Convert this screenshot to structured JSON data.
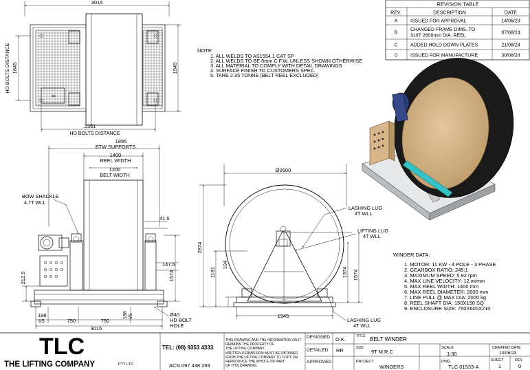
{
  "revision_table": {
    "title": "REVISION TABLE",
    "headers": [
      "REV.",
      "DESCRIPTION",
      "DATE"
    ],
    "rows": [
      {
        "rev": "A",
        "desc": [
          "ISSUED FOR APPROVAL"
        ],
        "date": "14/06/23"
      },
      {
        "rev": "B",
        "desc": [
          "CHANGED FRAME DIMS. TO",
          "SUIT 2600mm DIA. REEL"
        ],
        "date": "07/08/24"
      },
      {
        "rev": "C",
        "desc": [
          "ADDED HOLD DOWN PLATES"
        ],
        "date": "21/08/24"
      },
      {
        "rev": "0",
        "desc": [
          "ISSUED FOR MANUFACTURE"
        ],
        "date": "30/08/24"
      }
    ]
  },
  "notes": {
    "title": "NOTE:",
    "items": [
      "1. ALL WELDS TO AS1554.1 CAT SP",
      "2. ALL WELDS TO BE 8mm C.F.W. UNLESS SHOWN OTHERWISE",
      "3. ALL MATERIAL TO COMPLY WITH DETAIL DRAWINGS",
      "4. SURFACE FINISH TO CUSTOMERS SPEC.",
      "5. TARE 2.35 TONNE (BELT REEL EXCLUDED)"
    ]
  },
  "top_view": {
    "dim_top": "3015",
    "dim_bottom": "2351",
    "hd_bolts_distance": "HD BOLTS DISTANCE",
    "dim_left": "1645",
    "dim_right": "1945",
    "small_label": "BS"
  },
  "front_view": {
    "btw_supports": "BTW SUPPORTS",
    "btw_supports_dim": "1895",
    "reel_width": "REEL WIDTH",
    "reel_width_dim": "1400",
    "belt_width": "BELT WIDTH",
    "belt_width_dim": "1200",
    "bow_shackle": "BOW SHACKLE",
    "bow_shackle_wll": "4.7T WLL",
    "dim_41_5": "41.5",
    "dim_147_5": "147.5",
    "dim_1574": "1574",
    "dim_212_5": "212.5",
    "dim_188": "188",
    "is_left": "I/S",
    "dim_750a": "750",
    "dim_750b": "750",
    "dim_188b": "188",
    "is_right": "I/S",
    "dim_3015": "3015",
    "hd_bolt_hole_dia": "Ø40",
    "hd_bolt": "HD BOLT",
    "hole": "HOLE"
  },
  "side_view": {
    "dim_dia": "Ø2600",
    "lashing_lug_top": "LASHING LUG",
    "lashing_lug_top_wll": "4T WLL",
    "lifting_lug": "LIFTING LUG",
    "lifting_lug_wll": "4T WLL",
    "dim_2874": "2874",
    "dim_1181": "1181",
    "dim_194": "194",
    "dim_1374": "1374",
    "dim_1574": "1574",
    "dim_1945": "1945",
    "lashing_lug_bottom": "LASHING LUG",
    "lashing_lug_bottom_wll": "4T WLL"
  },
  "winder_data": {
    "title": "WINDER DATA:",
    "items": [
      "1. MOTOR: 11 KW - 4 POLE - 3 PHASE",
      "2. GEARBOX RATIO: 245:1",
      "3. MAXIMUM SPEED: 5.92 rpm",
      "4. MAX LINE VELOCITY: 12 m/min",
      "5. MAX REEL WIDTH: 1400 mm",
      "6. MAX REEL DIAMETER: 2600 mm",
      "7. LINE PULL @ MAX DIA: 2000 kg",
      "8. REEL SHAFT DIA: 150X150 SQ",
      "9. ENCLOSURE SIZE: 760X600X210"
    ]
  },
  "title_block": {
    "logo": "TLC",
    "company": "THE LIFTING COMPANY",
    "pty": "PTY LTD",
    "tel": "TEL: (08) 9353 4333",
    "acn": "ACN 097 438 269",
    "property_note": [
      "THIS DRAWING AND THE INFORMATION ON IT",
      "REMAINS THE PROPERTY OF",
      "THE LIFTING COMPANY.",
      "WRITTEN PERMISSION MUST BE OBTAINED",
      "FROM THE LIFTING COMPANY TO COPY OR",
      "REPRODUCE THE WHOLE OR PART",
      "OF THIS DRAWING."
    ],
    "designed_label": "DESIGNED",
    "designed_value": "O.K.",
    "detailed_label": "DETAILED",
    "detailed_value": "RR",
    "approved_label": "APPROVED",
    "title_label": "TITLE",
    "title_value": "BELT WINDER",
    "size_label": "SIZE",
    "size_value": "9T M.R.C",
    "project_label": "PROJECT",
    "project_value": "WINDERS",
    "scale_label": "SCALE",
    "scale_value": "1:30",
    "created_date_label": "CREATED DATE",
    "created_date_value": "14/06/23",
    "dwg_label": "DWG",
    "dwg_value": "TLC 01533-A",
    "sheet_label": "SHEET",
    "sheet_value": "1",
    "rev_label": "REV",
    "rev_value": "0"
  },
  "colors": {
    "motor_blue": "#2c3e7a",
    "reel_tan": "#d9b98c",
    "enclosure_tan": "#d8b58a",
    "shaft_cyan": "#35c3c8",
    "frame_grey": "#b9bcc0"
  }
}
